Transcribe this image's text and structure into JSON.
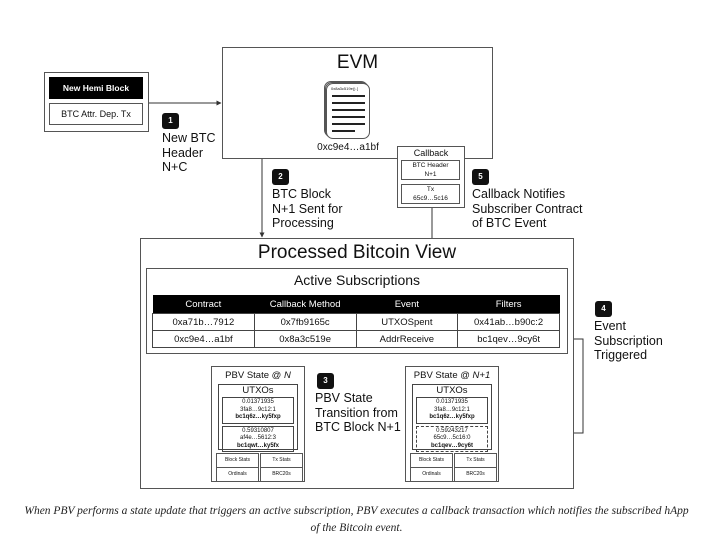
{
  "hemi_block": {
    "title": "New Hemi Block",
    "tx_label": "BTC Attr. Dep. Tx"
  },
  "evm": {
    "title": "EVM",
    "contract_code": "0x8a3c519e() {",
    "contract_address": "0xc9e4…a1bf"
  },
  "callback": {
    "title": "Callback",
    "header_label": "BTC Header\nN+1",
    "tx_label": "Tx\n65c9…5c16"
  },
  "steps": [
    {
      "number": "1",
      "text": "New BTC\nHeader\nN+C"
    },
    {
      "number": "2",
      "text": "BTC Block\nN+1 Sent for\nProcessing"
    },
    {
      "number": "3",
      "text": "PBV State\nTransition from\nBTC Block N+1"
    },
    {
      "number": "4",
      "text": "Event\nSubscription\nTriggered"
    },
    {
      "number": "5",
      "text": "Callback Notifies\nSubscriber Contract\nof BTC Event"
    }
  ],
  "pbv": {
    "title": "Processed Bitcoin View",
    "subscriptions_title": "Active Subscriptions",
    "columns": [
      "Contract",
      "Callback Method",
      "Event",
      "Filters"
    ],
    "rows": [
      [
        "0xa71b…7912",
        "0x7fb9165c",
        "UTXOSpent",
        "0x41ab…b90c:2"
      ],
      [
        "0xc9e4…a1bf",
        "0x8a3c519e",
        "AddrReceive",
        "bc1qev…9cy6t"
      ]
    ]
  },
  "state_n": {
    "title_prefix": "PBV State @ ",
    "title_var": "N",
    "utxos_title": "UTXOs",
    "utxos": [
      {
        "amount": "0.01371935",
        "outpoint": "3fa8…9c12:1",
        "address": "bc1q6z…ky5fxp"
      },
      {
        "amount": "0.59310807",
        "outpoint": "af4e…5612:3",
        "address": "bc1qwt…ky5fx"
      }
    ],
    "stats": [
      "Block Stats",
      "Tx Stats",
      "Ordinals",
      "BRC20s"
    ]
  },
  "state_n1": {
    "title_prefix": "PBV State @ ",
    "title_var": "N+1",
    "utxos_title": "UTXOs",
    "utxos": [
      {
        "amount": "0.01371935",
        "outpoint": "3fa8…9c12:1",
        "address": "bc1q6z…ky5fxp"
      },
      {
        "amount": "0.59243217",
        "outpoint": "65c9…5c16:0",
        "address": "bc1qev…9cy6t"
      }
    ],
    "stats": [
      "Block Stats",
      "Tx Stats",
      "Ordinals",
      "BRC20s"
    ]
  },
  "caption": "When PBV performs a state update that triggers an active subscription, PBV executes a callback transaction which notifies the subscribed hApp of the Bitcoin event."
}
